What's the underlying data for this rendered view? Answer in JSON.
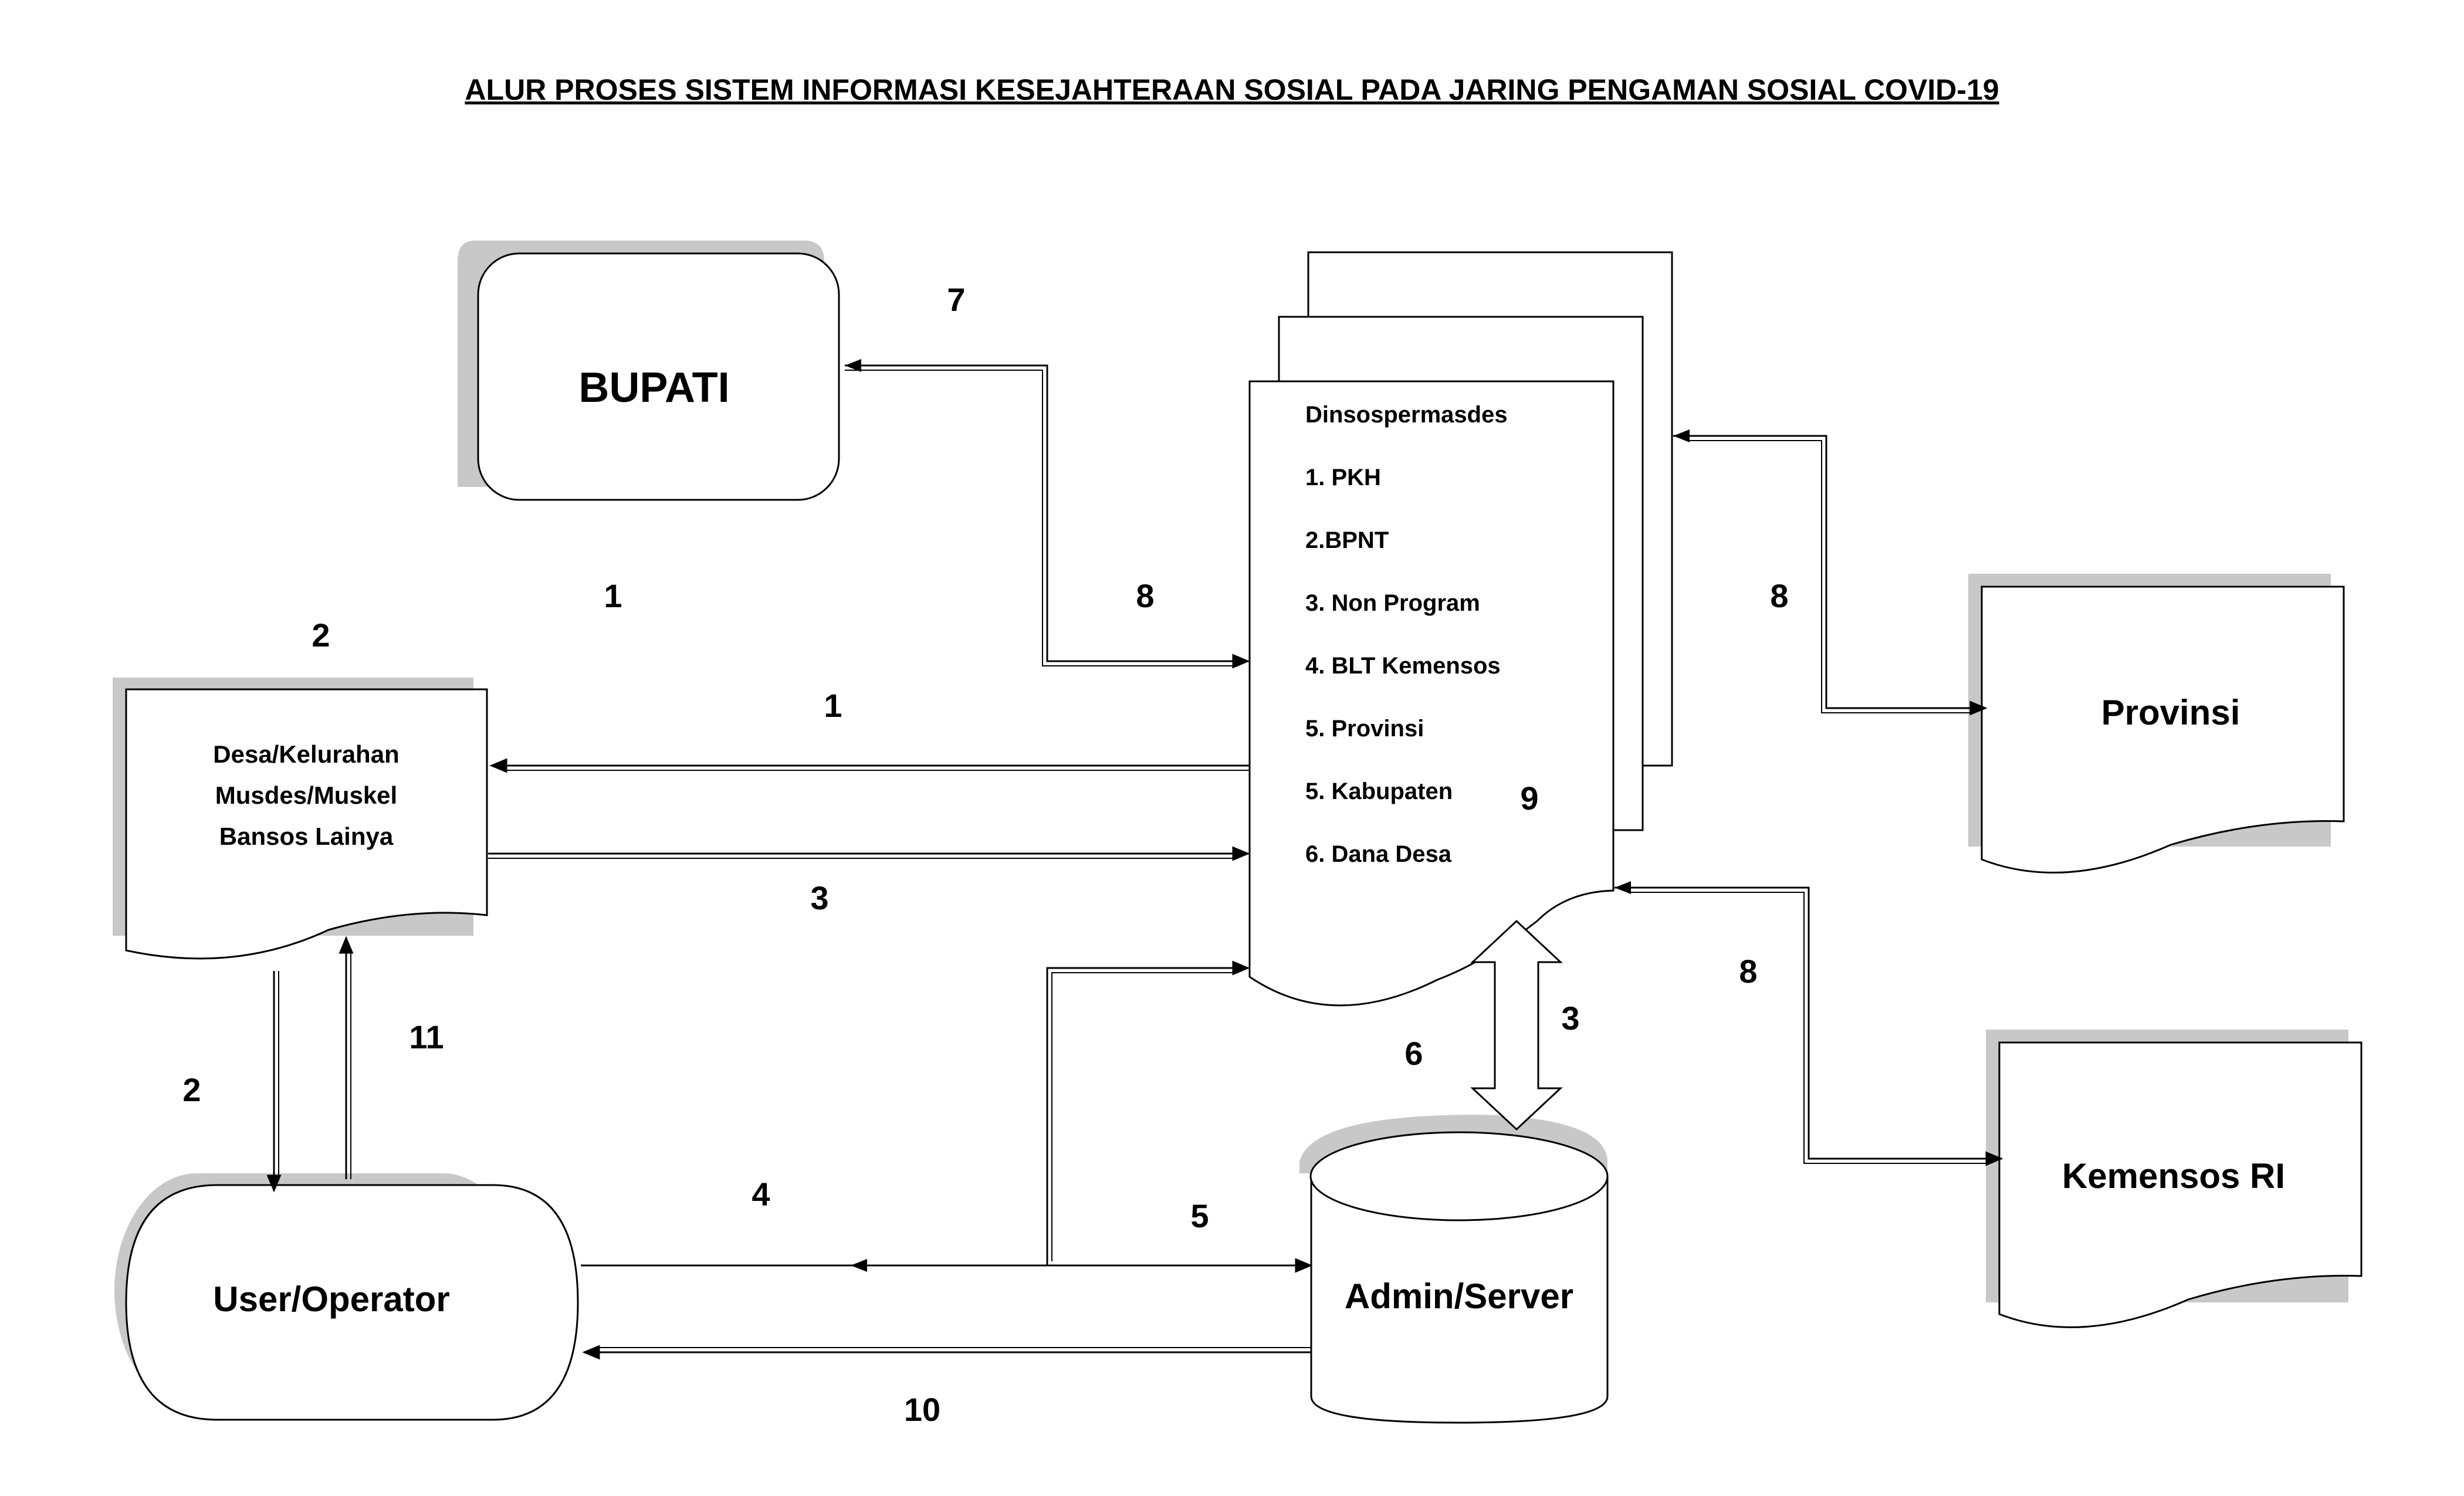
{
  "title": "ALUR PROSES SISTEM INFORMASI KESEJAHTERAAN SOSIAL PADA JARING PENGAMAN SOSIAL COVID-19",
  "nodes": {
    "bupati": "BUPATI",
    "desa": {
      "line1": "Desa/Kelurahan",
      "line2": "Musdes/Muskel",
      "line3": "Bansos Lainya"
    },
    "dinsos": {
      "heading": "Dinsospermasdes",
      "items": [
        "1. PKH",
        "2.BPNT",
        "3. Non Program",
        "4. BLT Kemensos",
        "5. Provinsi",
        "5. Kabupaten",
        "6. Dana Desa"
      ]
    },
    "provinsi": "Provinsi",
    "kemensos": "Kemensos RI",
    "user": "User/Operator",
    "server": "Admin/Server"
  },
  "labels": {
    "n7": "7",
    "n1_top": "1",
    "n2_top": "2",
    "n8_left": "8",
    "n8_right": "8",
    "n1_mid": "1",
    "n3_mid": "3",
    "n9": "9",
    "n8_lower": "8",
    "n11": "11",
    "n2_left": "2",
    "n6": "6",
    "n3_right": "3",
    "n4": "4",
    "n5": "5",
    "n10": "10"
  }
}
